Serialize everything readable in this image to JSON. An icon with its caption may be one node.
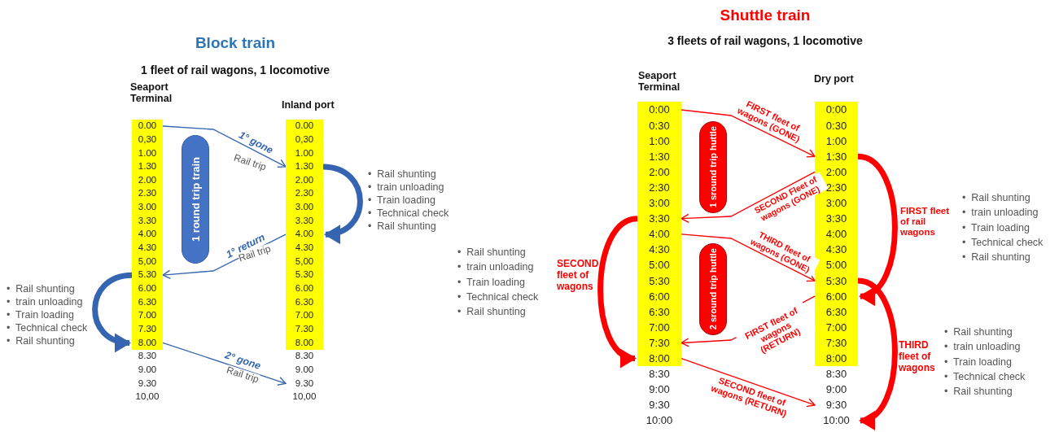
{
  "diagram": {
    "nodes": [
      {
        "text": [],
        "shape": "bar"
      },
      {
        "text": [
          "0.00"
        ],
        "in": 0
      },
      {
        "text": [
          "0,30"
        ],
        "in": 0
      },
      {
        "text": [
          "1.00"
        ],
        "in": 0
      },
      {
        "text": [
          "1.30"
        ],
        "in": 0
      },
      {
        "text": [
          "2.00"
        ],
        "in": 0
      },
      {
        "text": [
          "2.30"
        ],
        "in": 0
      },
      {
        "text": [
          "3.00"
        ],
        "in": 0
      },
      {
        "text": [
          "3.30"
        ],
        "in": 0
      },
      {
        "text": [
          "4.00"
        ],
        "in": 0
      },
      {
        "text": [
          "4.30"
        ],
        "in": 0
      },
      {
        "text": [
          "5,00"
        ],
        "in": 0
      },
      {
        "text": [
          "5.30"
        ],
        "in": 0
      },
      {
        "text": [
          "6.00"
        ],
        "in": 0
      },
      {
        "text": [
          "6.30"
        ],
        "in": 0
      },
      {
        "text": [
          "7.00"
        ],
        "in": 0
      },
      {
        "text": [
          "7.30"
        ],
        "in": 0
      },
      {
        "text": [
          "8.00"
        ],
        "in": 0
      },
      {
        "text": [
          "8.30"
        ]
      },
      {
        "text": [
          "9.00"
        ]
      },
      {
        "text": [
          "9.30"
        ]
      },
      {
        "text": [
          "10,00"
        ]
      },
      {
        "text": [
          "1 round trip train"
        ]
      },
      {
        "text": [],
        "shape": "bar"
      },
      {
        "text": [
          "0.00"
        ],
        "in": 23
      },
      {
        "text": [
          "0,30"
        ],
        "in": 23
      },
      {
        "text": [
          "1.00"
        ],
        "in": 23
      },
      {
        "text": [
          "1.30"
        ],
        "in": 23
      },
      {
        "text": [
          "2.00"
        ],
        "in": 23
      },
      {
        "text": [
          "2.30"
        ],
        "in": 23
      },
      {
        "text": [
          "3.00"
        ],
        "in": 23
      },
      {
        "text": [
          "3.30"
        ],
        "in": 23
      },
      {
        "text": [
          "4.00"
        ],
        "in": 23
      },
      {
        "text": [
          "4.30"
        ],
        "in": 23
      },
      {
        "text": [
          "5,00"
        ],
        "in": 23
      },
      {
        "text": [
          "5.30"
        ],
        "in": 23
      },
      {
        "text": [
          "6.00"
        ],
        "in": 23
      },
      {
        "text": [
          "6.30"
        ],
        "in": 23
      },
      {
        "text": [
          "7.00"
        ],
        "in": 23
      },
      {
        "text": [
          "7.30"
        ],
        "in": 23
      },
      {
        "text": [
          "8.00"
        ],
        "in": 23
      },
      {
        "text": [
          "8.30"
        ]
      },
      {
        "text": [
          "9.00"
        ]
      },
      {
        "text": [
          "9.30"
        ]
      },
      {
        "text": [
          "10,00"
        ]
      },
      {
        "text": [],
        "shape": "bar"
      },
      {
        "text": [
          "0:00"
        ],
        "in": 45
      },
      {
        "text": [
          "0:30"
        ],
        "in": 45
      },
      {
        "text": [
          "1:00"
        ],
        "in": 45
      },
      {
        "text": [
          "1:30"
        ],
        "in": 45
      },
      {
        "text": [
          "2:00"
        ],
        "in": 45
      },
      {
        "text": [
          "2:30"
        ],
        "in": 45
      },
      {
        "text": [
          "3:00"
        ],
        "in": 45
      },
      {
        "text": [
          "3:30"
        ],
        "in": 45
      },
      {
        "text": [
          "4:00"
        ],
        "in": 45
      },
      {
        "text": [
          "4:30"
        ],
        "in": 45
      },
      {
        "text": [
          "5:00"
        ],
        "in": 45
      },
      {
        "text": [
          "5:30"
        ],
        "in": 45
      },
      {
        "text": [
          "6:00"
        ],
        "in": 45
      },
      {
        "text": [
          "6:30"
        ],
        "in": 45
      },
      {
        "text": [
          "7:00"
        ],
        "in": 45
      },
      {
        "text": [
          "7:30"
        ],
        "in": 45
      },
      {
        "text": [
          "8:00"
        ],
        "in": 45
      },
      {
        "text": [
          "8:30"
        ]
      },
      {
        "text": [
          "9:00"
        ]
      },
      {
        "text": [
          "9:30"
        ]
      },
      {
        "text": [
          "10:00"
        ]
      },
      {
        "text": [
          "1 sround trip huttle"
        ]
      },
      {
        "text": [
          "2 sround trip huttle"
        ]
      },
      {
        "text": [],
        "shape": "bar"
      },
      {
        "text": [
          "0:00"
        ],
        "in": 69
      },
      {
        "text": [
          "0:30"
        ],
        "in": 69
      },
      {
        "text": [
          "1:00"
        ],
        "in": 69
      },
      {
        "text": [
          "1:30"
        ],
        "in": 69
      },
      {
        "text": [
          "2:00"
        ],
        "in": 69
      },
      {
        "text": [
          "2:30"
        ],
        "in": 69
      },
      {
        "text": [
          "3:00"
        ],
        "in": 69
      },
      {
        "text": [
          "3:30"
        ],
        "in": 69
      },
      {
        "text": [
          "4:00"
        ],
        "in": 69
      },
      {
        "text": [
          "4:30"
        ],
        "in": 69
      },
      {
        "text": [
          "5:00"
        ],
        "in": 69
      },
      {
        "text": [
          "5:30"
        ],
        "in": 69
      },
      {
        "text": [
          "6:00"
        ],
        "in": 69
      },
      {
        "text": [
          "6:30"
        ],
        "in": 69
      },
      {
        "text": [
          "7:00"
        ],
        "in": 69
      },
      {
        "text": [
          "7:30"
        ],
        "in": 69
      },
      {
        "text": [
          "8:00"
        ],
        "in": 69
      },
      {
        "text": [
          "8:30"
        ]
      },
      {
        "text": [
          "9:00"
        ]
      },
      {
        "text": [
          "9:30"
        ]
      },
      {
        "text": [
          "10:00"
        ]
      }
    ],
    "edges": [
      {
        "from": 1,
        "to": 27,
        "arrow": "to",
        "label": "1° gone",
        "color": "#3565b0"
      },
      {
        "from": 32,
        "to": 12,
        "arrow": "to",
        "label": "1° return",
        "color": "#3565b0"
      },
      {
        "from": 17,
        "to": 43,
        "arrow": "to",
        "label": "2° gone",
        "color": "#3565b0"
      },
      {
        "from": 27,
        "to": 32,
        "arrow": "to",
        "style": "thick",
        "color": "#3565b0"
      },
      {
        "from": 12,
        "to": 17,
        "arrow": "to",
        "style": "thick",
        "color": "#3565b0"
      },
      {
        "from": 46,
        "to": 73,
        "arrow": "to",
        "label": "FIRST fleet of wagons (GONE)"
      },
      {
        "from": 74,
        "to": 53,
        "arrow": "to",
        "label": "SECOND Fleet of wagons (GONE)"
      },
      {
        "from": 54,
        "to": 81,
        "arrow": "to",
        "label": "THIRD fleet of wagons (GONE)"
      },
      {
        "from": 82,
        "to": 61,
        "arrow": "to",
        "label": "FIRST fleet of wagons (RETURN)"
      },
      {
        "from": 62,
        "to": 89,
        "arrow": "to",
        "label": "SECOND fleet of wagons (RETURN)"
      },
      {
        "from": 53,
        "to": 62,
        "arrow": "to",
        "style": "thick",
        "label": "SECOND fleet of wagons"
      },
      {
        "from": 73,
        "to": 82,
        "arrow": "to",
        "style": "thick",
        "label": "FIRST fleet of rail wagons"
      },
      {
        "from": 81,
        "to": 90,
        "arrow": "to",
        "style": "thick",
        "label": "THIRD fleet of wagons"
      }
    ],
    "labels": [
      "Block train",
      "1 fleet of rail wagons, 1 locomotive",
      "Seaport Terminal",
      "Inland port",
      "Rail trip",
      "Rail trip",
      "Rail trip",
      "•  Rail shunting",
      "•  train unloading",
      "•  Train loading",
      "•  Technical check",
      "•  Rail shunting",
      "•  Rail shunting",
      "•  train unloading",
      "•  Train loading",
      "•  Technical check",
      "•  Rail shunting",
      "Shuttle train",
      "3 fleets of rail wagons, 1 locomotive",
      "Seaport Terminal",
      "Dry port",
      "•  Rail shunting",
      "•  train unloading",
      "•  Train loading",
      "•  Technical check",
      "•  Rail shunting",
      "•  Rail shunting",
      "•  train unloading",
      "•  Train loading",
      "•  Technical check",
      "•  Rail shunting",
      "•  Rail shunting",
      "•  train unloading",
      "•  Train loading",
      "•  Technical check",
      "•  Rail shunting"
    ]
  }
}
